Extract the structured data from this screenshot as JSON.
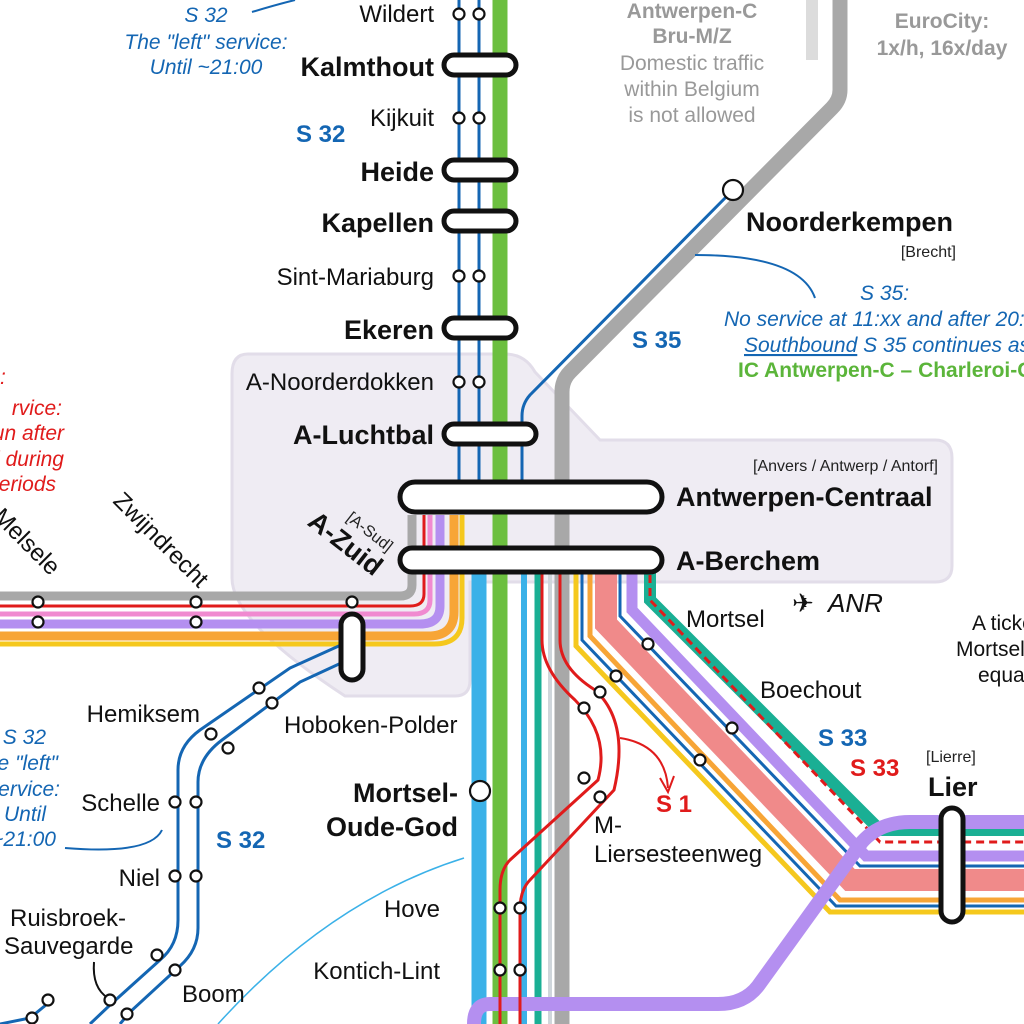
{
  "map": {
    "colors": {
      "s32_blue": "#1466b3",
      "ic_green": "#6cbf3f",
      "grey_line": "#a8a8a8",
      "light_blue": "#3bb1e8",
      "teal": "#1aaf94",
      "purple": "#b48ff0",
      "orange": "#f7a536",
      "pink": "#f08a8a",
      "red": "#e01b1b",
      "yellow": "#f5c81d",
      "zone": "#efecf3"
    },
    "stations": {
      "wildert": "Wildert",
      "kalmthout": "Kalmthout",
      "kijkuit": "Kijkuit",
      "heide": "Heide",
      "kapellen": "Kapellen",
      "sint_mariaburg": "Sint-Mariaburg",
      "ekeren": "Ekeren",
      "a_noorderdokken": "A-Noorderdokken",
      "a_luchtbal": "A-Luchtbal",
      "antwerpen_centraal": "Antwerpen-Centraal",
      "antwerpen_centraal_alt": "[Anvers / Antwerp / Antorf]",
      "a_berchem": "A-Berchem",
      "a_zuid": "A-Zuid",
      "a_zuid_alt": "[A-Sud]",
      "zwijndrecht": "Zwijndrecht",
      "melsele": "Melsele",
      "noorderkempen": "Noorderkempen",
      "noorderkempen_alt": "[Brecht]",
      "mortsel": "Mortsel",
      "boechout": "Boechout",
      "lier": "Lier",
      "lier_alt": "[Lierre]",
      "hemiksem": "Hemiksem",
      "hoboken_polder": "Hoboken-Polder",
      "schelle": "Schelle",
      "niel": "Niel",
      "ruisbroek_1": "Ruisbroek-",
      "ruisbroek_2": "Sauvegarde",
      "boom": "Boom",
      "mortsel_oude_god_1": "Mortsel-",
      "mortsel_oude_god_2": "Oude-God",
      "m_lierse_1": "M-",
      "m_lierse_2": "Liersesteenweg",
      "hove": "Hove",
      "kontich_lint": "Kontich-Lint"
    },
    "services": {
      "s32_top": "S 32",
      "s32_mid": "S 32",
      "s32_left": "S 32",
      "s35": "S 35",
      "s33_blue": "S 33",
      "s33_red": "S 33",
      "s1": "S 1"
    },
    "airport": {
      "icon": "airplane-icon",
      "label": "ANR"
    },
    "notes": {
      "s32_left_service": [
        "S 32",
        "The \"left\" service:",
        "Until ~21:00"
      ],
      "red_service": [
        "rvice:",
        "un after",
        "l during",
        "eriods"
      ],
      "s32_lower_left": [
        "S 32",
        "he \"left\"",
        "service:",
        "Until",
        "~21:00"
      ],
      "eurocity_domestic": [
        "Antwerpen-C",
        "Bru-M/Z",
        "Domestic traffic",
        "within Belgium",
        "is not allowed"
      ],
      "eurocity_freq": [
        "EuroCity:",
        "1x/h, 16x/day"
      ],
      "s35_note": [
        "S 35:",
        "No service at 11:xx and after 20:",
        "Southbound",
        " S 35 continues as",
        "IC Antwerpen-C – Charleroi-C"
      ],
      "ticket_note": [
        "A ticke",
        "Mortsel",
        "equa"
      ]
    }
  }
}
